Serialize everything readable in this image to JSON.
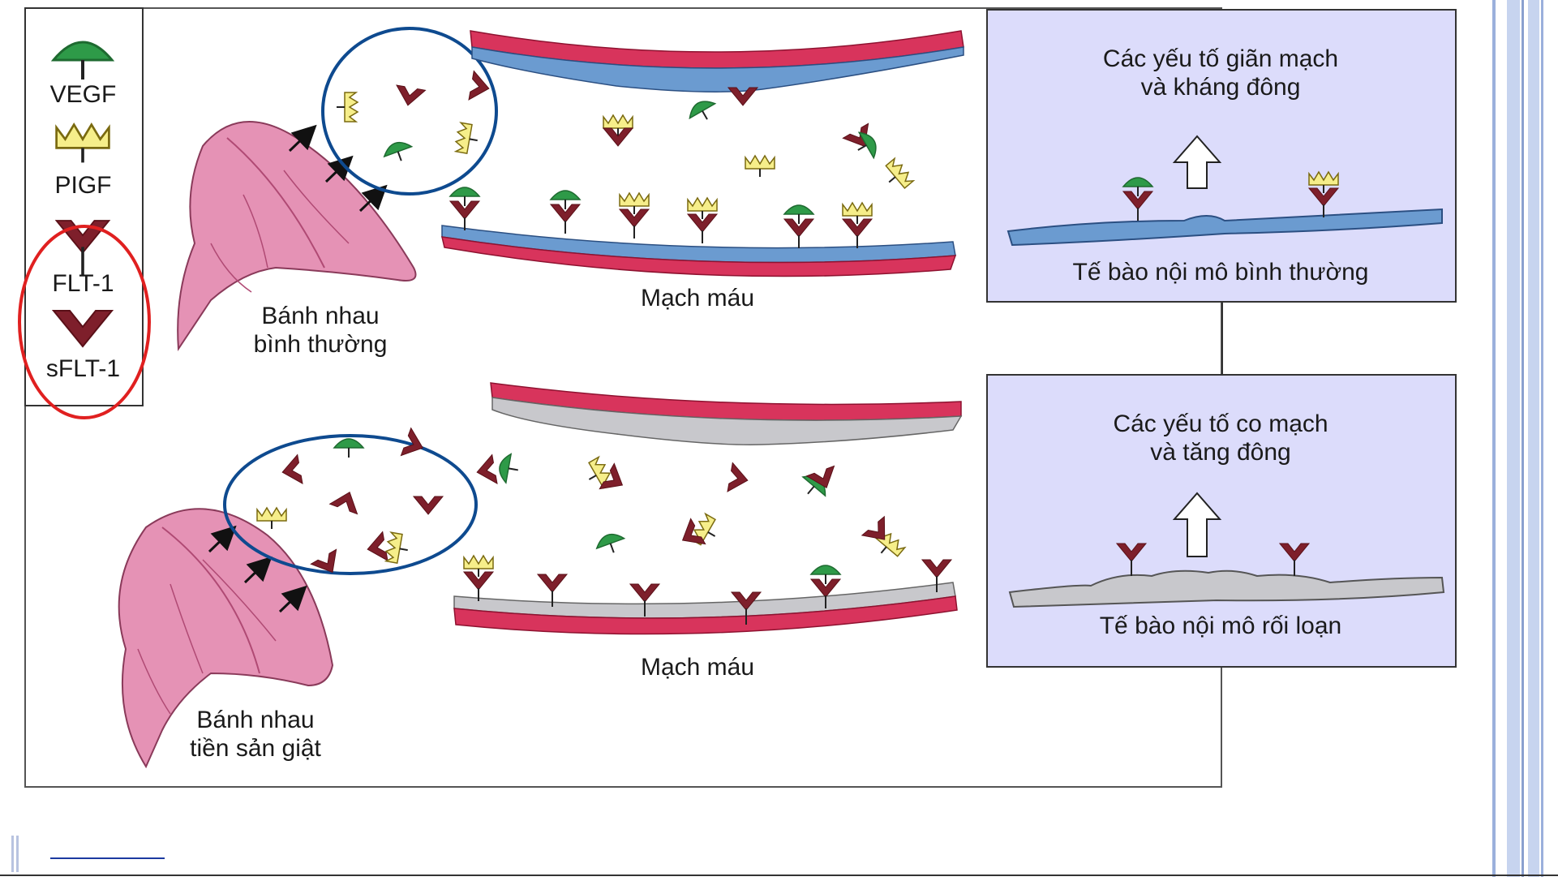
{
  "legend": {
    "vegf": "VEGF",
    "pigf": "PIGF",
    "flt1": "FLT-1",
    "sflt1": "sFLT-1"
  },
  "top": {
    "placenta_label": "Bánh nhau\nbình thường",
    "vessel_label": "Mạch máu",
    "box_title": "Các yếu tố giãn mạch\nvà kháng đông",
    "box_caption": "Tế bào nội mô bình thường"
  },
  "bottom": {
    "placenta_label": "Bánh nhau\ntiền sản giật",
    "vessel_label": "Mạch máu",
    "box_title": "Các yếu tố co mạch\nvà tăng đông",
    "box_caption": "Tế bào nội mô rối loạn"
  },
  "colors": {
    "vegf": "#2e9a48",
    "pigf": "#f6ee8a",
    "receptor": "#7e1f2b",
    "vessel_wall": "#d8345c",
    "endothelium_normal": "#6b9bd0",
    "endothelium_damaged": "#c8c8cc",
    "box_bg": "#dcdcfb",
    "circle_outline": "#0e4a8f",
    "highlight": "#e02020",
    "placenta": "#e592b5"
  }
}
